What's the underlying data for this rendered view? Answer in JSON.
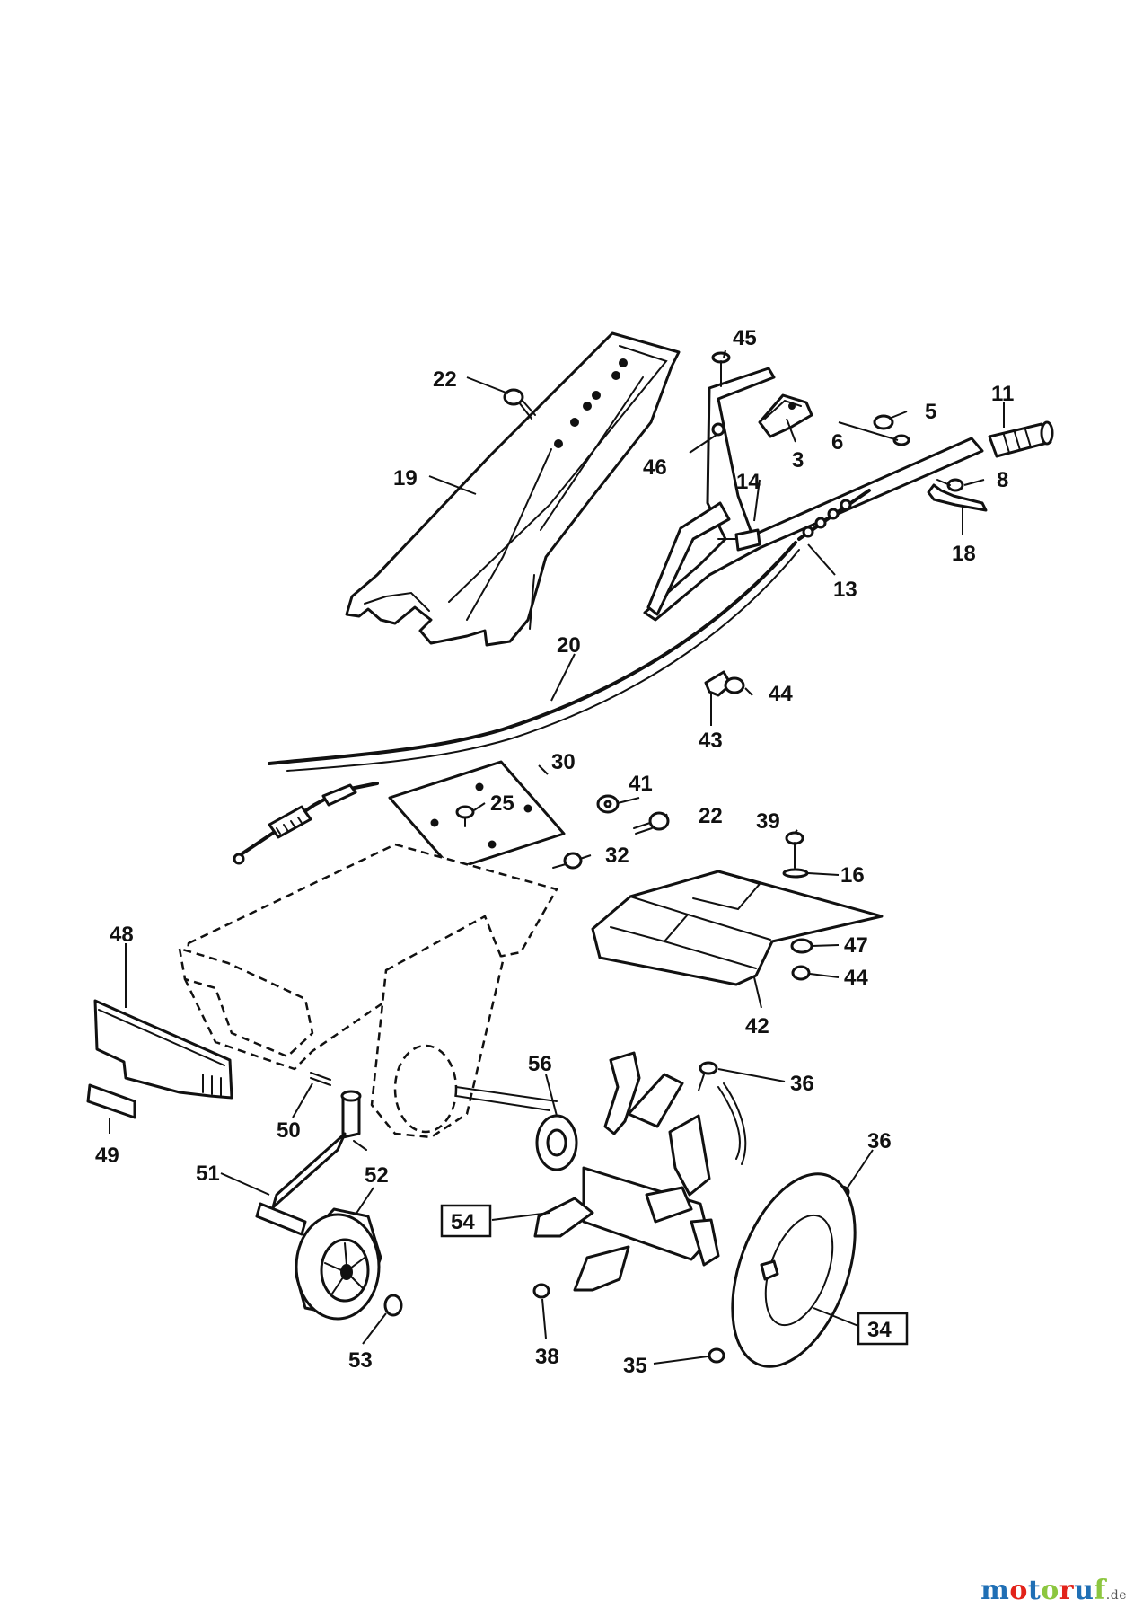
{
  "callouts": {
    "c3": "3",
    "c5": "5",
    "c6": "6",
    "c8": "8",
    "c11": "11",
    "c13": "13",
    "c14": "14",
    "c16": "16",
    "c18": "18",
    "c19": "19",
    "c20": "20",
    "c22a": "22",
    "c22b": "22",
    "c25": "25",
    "c30": "30",
    "c32": "32",
    "c34": "34",
    "c35": "35",
    "c36a": "36",
    "c36b": "36",
    "c38": "38",
    "c39": "39",
    "c41": "41",
    "c42": "42",
    "c43": "43",
    "c44a": "44",
    "c44b": "44",
    "c45": "45",
    "c46": "46",
    "c47": "47",
    "c48": "48",
    "c49": "49",
    "c50": "50",
    "c51": "51",
    "c52": "52",
    "c53": "53",
    "c54": "54",
    "c56": "56"
  },
  "watermark": {
    "brand": "motoruf",
    "tld": ".de",
    "colors": [
      "#1f6fb5",
      "#e2231a",
      "#1f6fb5",
      "#8cc63f",
      "#e2231a",
      "#1f6fb5",
      "#8cc63f"
    ]
  }
}
